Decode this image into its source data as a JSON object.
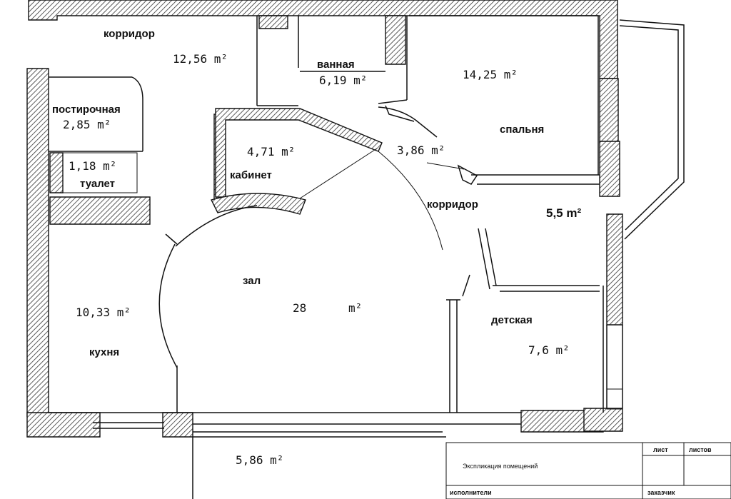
{
  "rooms": {
    "corridor_top": {
      "name": "корридор",
      "area": "12,56 m²"
    },
    "bathroom": {
      "name": "ванная",
      "area": "6,19 m²"
    },
    "bedroom": {
      "name": "спальня",
      "area": "14,25 m²"
    },
    "laundry": {
      "name": "постирочная",
      "area": "2,85 m²"
    },
    "toilet": {
      "name": "туалет",
      "area": "1,18 m²"
    },
    "study": {
      "name": "кабинет",
      "area": "4,71 m²"
    },
    "corridor_mid": {
      "name": "корридор",
      "area": "3,86 m²"
    },
    "closet": {
      "area": "5,5 m²"
    },
    "hall": {
      "name": "зал",
      "area": "28",
      "unit": "m²"
    },
    "kitchen": {
      "name": "кухня",
      "area": "10,33 m²"
    },
    "kids": {
      "name": "детская",
      "area": "7,6 m²"
    },
    "balcony": {
      "area": "5,86 m²"
    }
  },
  "title_block": {
    "sheet": "лист",
    "sheets": "листов",
    "title": "Экспликация помещений",
    "performers": "исполнители",
    "customer": "заказчик"
  }
}
